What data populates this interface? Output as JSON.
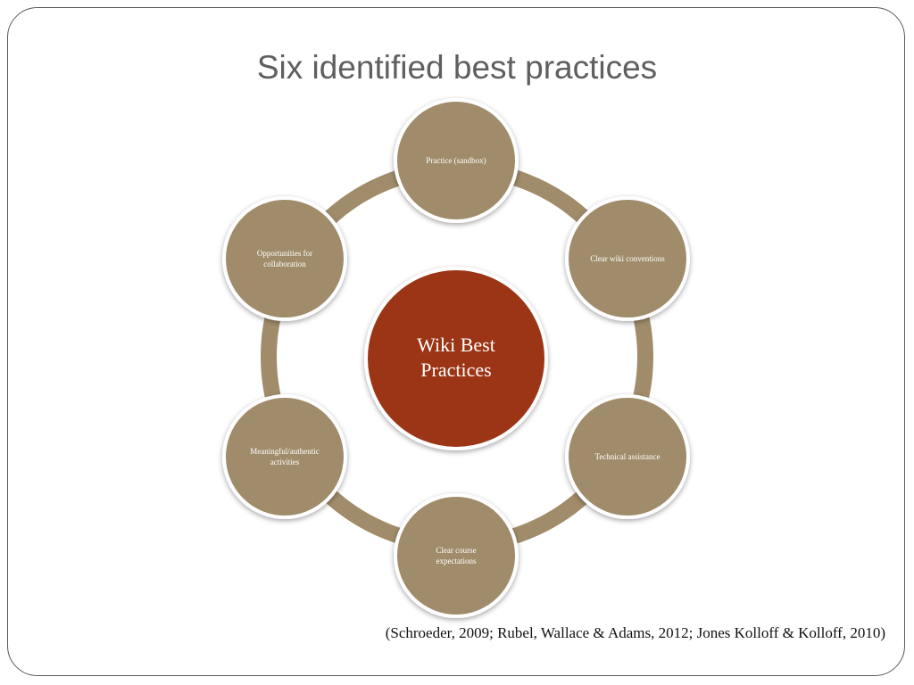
{
  "slide": {
    "title": "Six identified best practices",
    "citation": "(Schroeder, 2009; Rubel, Wallace & Adams, 2012; Jones Kolloff & Kolloff, 2010)"
  },
  "diagram": {
    "center": {
      "lines": [
        "Wiki Best",
        "Practices"
      ]
    },
    "nodes": [
      {
        "id": "practice-sandbox",
        "lines": [
          "Practice (sandbox)"
        ]
      },
      {
        "id": "clear-wiki-conventions",
        "lines": [
          "Clear wiki conventions"
        ]
      },
      {
        "id": "technical-assistance",
        "lines": [
          "Technical assistance"
        ]
      },
      {
        "id": "clear-course-expectations",
        "lines": [
          "Clear course",
          "expectations"
        ]
      },
      {
        "id": "meaningful-authentic-activities",
        "lines": [
          "Meaningful/authentic",
          "activities"
        ]
      },
      {
        "id": "opportunities-for-collaboration",
        "lines": [
          "Opportunities for",
          "collaboration"
        ]
      }
    ],
    "colors": {
      "node_fill": "#a08c6a",
      "ring": "#a08c6a",
      "center_fill": "#9b3412",
      "border": "#ffffff",
      "title": "#5f5f5f"
    }
  }
}
